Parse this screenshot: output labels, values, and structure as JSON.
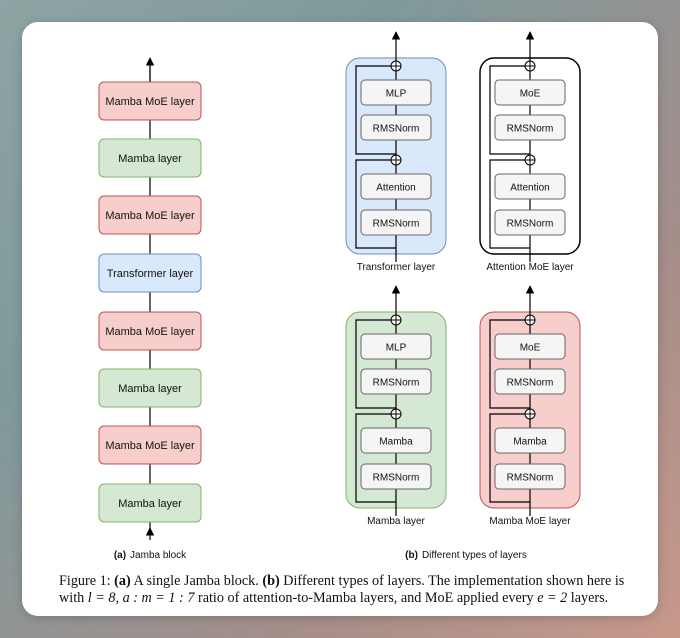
{
  "jamba_block": {
    "layers": [
      "Mamba MoE layer",
      "Mamba layer",
      "Mamba MoE layer",
      "Transformer layer",
      "Mamba MoE layer",
      "Mamba layer",
      "Mamba MoE layer",
      "Mamba layer"
    ],
    "label_tag": "(a)",
    "label_text": "Jamba block"
  },
  "layer_types": {
    "label_tag": "(b)",
    "label_text": "Different types of layers",
    "blocks": [
      {
        "title": "Transformer layer",
        "top": "MLP",
        "top_norm": "RMSNorm",
        "bottom": "Attention",
        "bottom_norm": "RMSNorm",
        "color": "#dae8fc"
      },
      {
        "title": "Attention MoE layer",
        "top": "MoE",
        "top_norm": "RMSNorm",
        "bottom": "Attention",
        "bottom_norm": "RMSNorm",
        "color": "#ffffff"
      },
      {
        "title": "Mamba layer",
        "top": "MLP",
        "top_norm": "RMSNorm",
        "bottom": "Mamba",
        "bottom_norm": "RMSNorm",
        "color": "#d5e8d4"
      },
      {
        "title": "Mamba MoE layer",
        "top": "MoE",
        "top_norm": "RMSNorm",
        "bottom": "Mamba",
        "bottom_norm": "RMSNorm",
        "color": "#f8cecc"
      }
    ]
  },
  "colors": {
    "mamba_moe": "#f8cecc",
    "mamba_moe_border": "#b85450",
    "mamba": "#d5e8d4",
    "mamba_border": "#82b366",
    "transformer": "#dae8fc",
    "transformer_border": "#6c8ebf",
    "inner_box": "#f5f5f5",
    "inner_border": "#666666"
  },
  "caption": {
    "figure": "Figure 1:",
    "a_tag": "(a)",
    "a_text": "A single Jamba block.",
    "b_tag": "(b)",
    "b_text": "Different types of layers. The implementation shown here is with",
    "l_eq": "l = 8",
    "ratio": "a : m = 1 : 7",
    "ratio_text": "ratio of attention-to-Mamba layers, and MoE applied every",
    "e_eq": "e = 2",
    "end": "layers."
  }
}
